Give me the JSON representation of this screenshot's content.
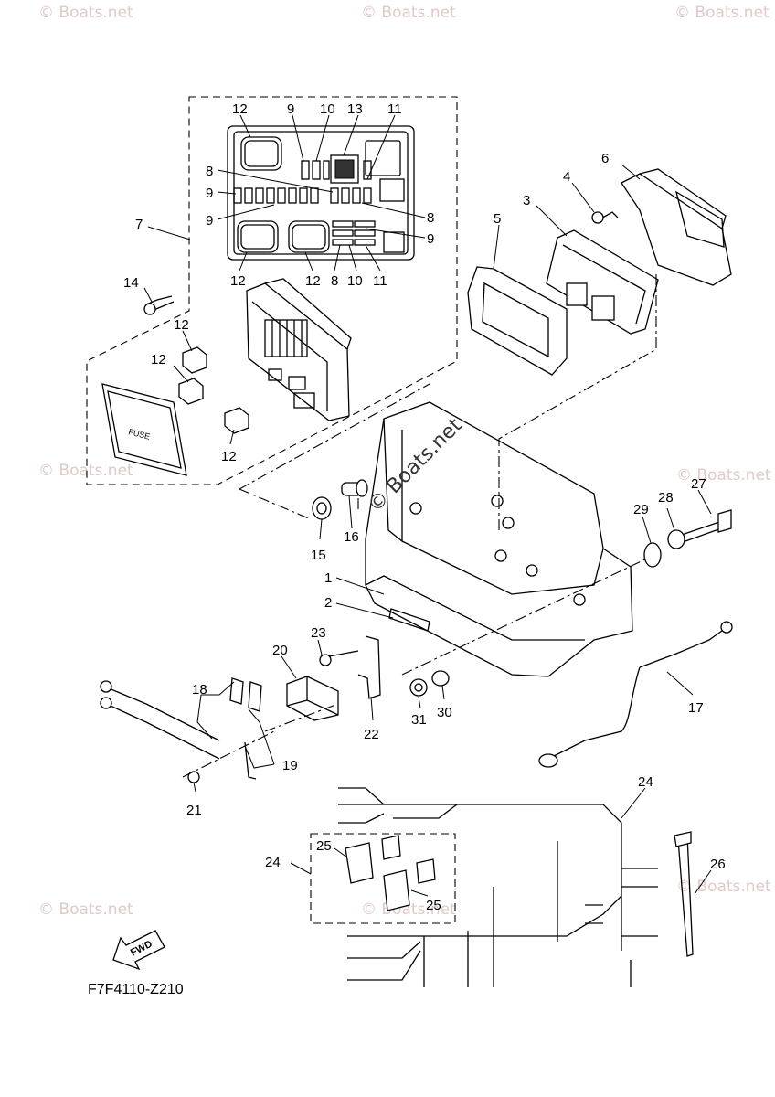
{
  "watermarks": {
    "brand": "© Boats.net",
    "center": "© Boats.net"
  },
  "diagram_code": "F7F4110-Z210",
  "fwd_label": "FWD",
  "fuse_label": "FUSE",
  "callouts": {
    "c12a": "12",
    "c9a": "9",
    "c10a": "10",
    "c13": "13",
    "c11a": "11",
    "c8a": "8",
    "c9b": "9",
    "c9c": "9",
    "c7": "7",
    "c8b": "8",
    "c9d": "9",
    "c12b": "12",
    "c12c": "12",
    "c8c": "8",
    "c10b": "10",
    "c11b": "11",
    "c14": "14",
    "c12d": "12",
    "c12e": "12",
    "c12f": "12",
    "c6": "6",
    "c4": "4",
    "c3": "3",
    "c5": "5",
    "c15": "15",
    "c16": "16",
    "c27": "27",
    "c28": "28",
    "c29": "29",
    "c1": "1",
    "c2": "2",
    "c23": "23",
    "c20": "20",
    "c18": "18",
    "c22": "22",
    "c31": "31",
    "c30": "30",
    "c17": "17",
    "c19": "19",
    "c21": "21",
    "c24a": "24",
    "c24b": "24",
    "c25a": "25",
    "c25b": "25",
    "c26": "26"
  }
}
